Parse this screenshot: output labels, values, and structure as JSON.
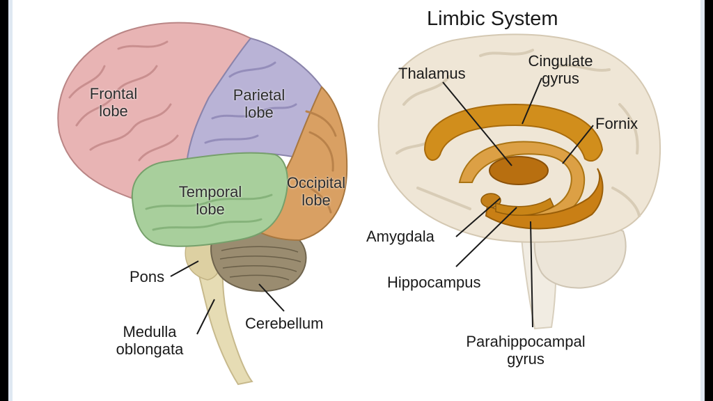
{
  "title": "Limbic System",
  "left_brain": {
    "frontal": [
      "Frontal",
      "lobe"
    ],
    "parietal": [
      "Parietal",
      "lobe"
    ],
    "temporal": [
      "Temporal",
      "lobe"
    ],
    "occipital": [
      "Occipital",
      "lobe"
    ],
    "pons": "Pons",
    "medulla": [
      "Medulla",
      "oblongata"
    ],
    "cerebellum": "Cerebellum"
  },
  "limbic": {
    "thalamus": "Thalamus",
    "cingulate": [
      "Cingulate",
      "gyrus"
    ],
    "fornix": "Fornix",
    "amygdala": "Amygdala",
    "hippocampus": "Hippocampus",
    "parahippocampal": [
      "Parahippocampal",
      "gyrus"
    ]
  },
  "colors": {
    "frontal": "#e8b4b4",
    "parietal": "#b9b3d6",
    "temporal": "#a8cf9c",
    "occipital": "#d9a063",
    "brainstem": "#e6dcb4",
    "cerebellum": "#9a8c70",
    "limbic_gold": "#d18e1c",
    "limbic_brain": "#efe6d6"
  }
}
